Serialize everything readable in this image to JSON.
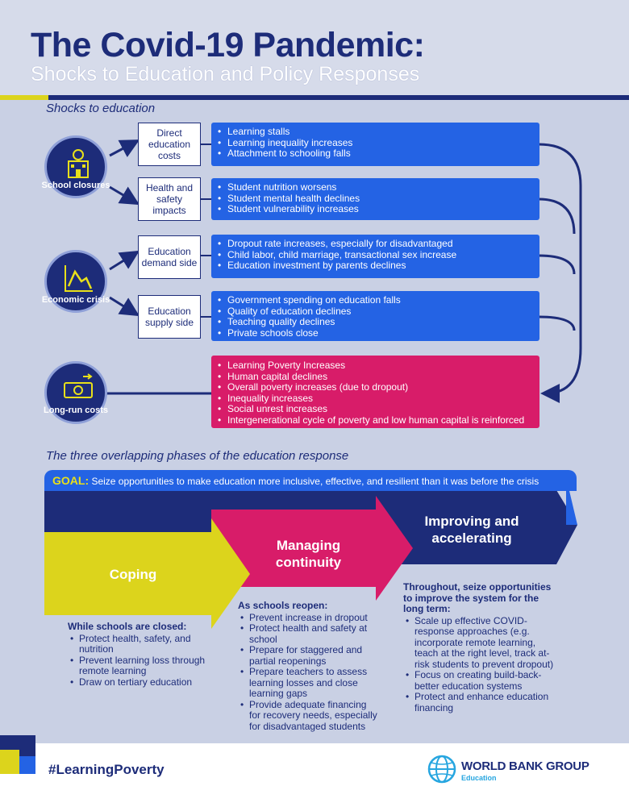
{
  "header": {
    "title": "The Covid-19 Pandemic:",
    "subtitle": "Shocks to Education and Policy Responses"
  },
  "shocks": {
    "section_title": "Shocks to education",
    "causes": [
      {
        "label": "School closures",
        "icon": "school-icon"
      },
      {
        "label": "Economic crisis",
        "icon": "economic-decline-icon"
      },
      {
        "label": "Long-run costs",
        "icon": "money-icon"
      }
    ],
    "channels": [
      {
        "label": "Direct education costs",
        "effects": [
          "Learning stalls",
          "Learning inequality increases",
          "Attachment to schooling falls"
        ]
      },
      {
        "label": "Health and safety impacts",
        "effects": [
          "Student nutrition worsens",
          "Student mental health declines",
          "Student vulnerability increases"
        ]
      },
      {
        "label": "Education demand side",
        "effects": [
          "Dropout rate increases, especially for disadvantaged",
          "Child labor, child marriage, transactional sex increase",
          "Education investment by parents declines"
        ]
      },
      {
        "label": "Education supply side",
        "effects": [
          "Government spending on education falls",
          "Quality of education declines",
          "Teaching quality declines",
          "Private schools close"
        ]
      }
    ],
    "long_run_effects": [
      "Learning Poverty Increases",
      "Human capital declines",
      "Overall poverty increases (due to dropout)",
      "Inequality increases",
      "Social unrest increases",
      "Intergenerational cycle of poverty and low human capital is reinforced"
    ]
  },
  "response": {
    "section_title": "The three overlapping phases of the education response",
    "goal_label": "GOAL:",
    "goal_text": "Seize opportunities to make education more inclusive, effective, and resilient than it was before the crisis",
    "phases": [
      {
        "name": "Coping",
        "lead": "While schools are closed:",
        "items": [
          "Protect health, safety, and nutrition",
          "Prevent learning loss through remote learning",
          "Draw on tertiary education"
        ]
      },
      {
        "name": "Managing continuity",
        "lead": "As schools reopen:",
        "items": [
          "Prevent increase in dropout",
          "Protect health and safety at school",
          "Prepare for staggered and partial reopenings",
          "Prepare teachers to assess learning losses and close learning gaps",
          "Provide adequate financing for recovery needs, especially for disadvantaged students"
        ]
      },
      {
        "name": "Improving and accelerating",
        "lead": "Throughout, seize opportunities to improve the system for the long term:",
        "items": [
          "Scale up effective COVID-response approaches (e.g. incorporate remote learning, teach at the right level, track at-risk students to prevent dropout)",
          "Focus on creating build-back-better education systems",
          "Protect and enhance education financing"
        ]
      }
    ]
  },
  "footer": {
    "hashtag": "#LearningPoverty",
    "org_name": "WORLD BANK GROUP",
    "org_unit": "Education",
    "logo_icon": "globe-logo-icon"
  },
  "colors": {
    "navy": "#1d2c79",
    "blue": "#2463e4",
    "pink": "#d81c69",
    "yellow": "#dcd41c",
    "background": "#c9d0e4"
  }
}
